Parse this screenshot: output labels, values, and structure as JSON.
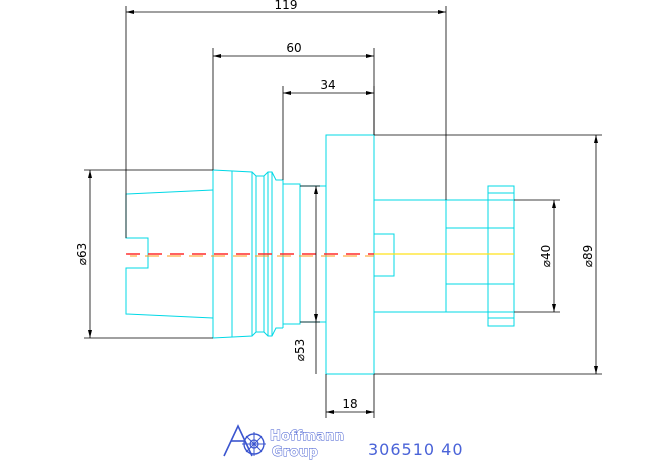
{
  "dimensions": {
    "overall_length": "119",
    "body_length": "60",
    "collar_length": "34",
    "diameter_clamp": "⌀63",
    "diameter_neck": "⌀53",
    "diameter_bore": "⌀40",
    "diameter_flange": "⌀89",
    "flange_width": "18"
  },
  "branding": {
    "company_line1": "Hoffmann",
    "company_line2": "Group",
    "part_number": "306510 40"
  },
  "colors": {
    "outline": "#00d8e6",
    "dimension": "#000000",
    "centerline_red": "#ff2d2d",
    "centerline_orange": "#ff9a1a",
    "centerline_yellow": "#ffe21a",
    "brand_blue": "#3b55cf"
  }
}
